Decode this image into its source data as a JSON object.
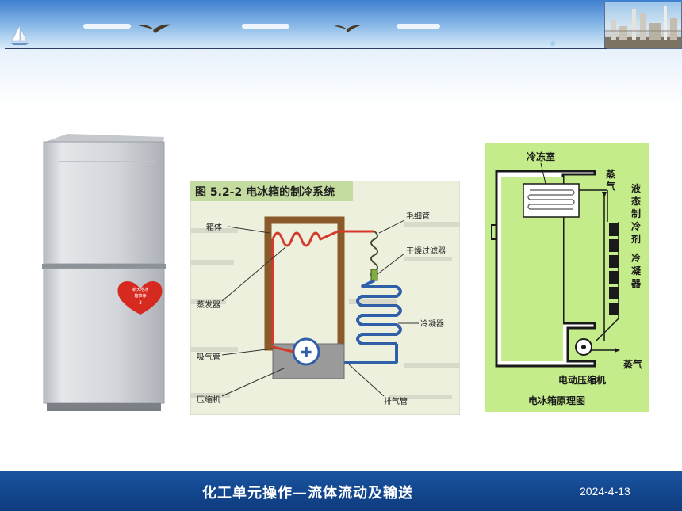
{
  "footer": {
    "title": "化工单元操作—流体流动及输送",
    "date": "2024-4-13"
  },
  "fridge_photo": {
    "heart_label_lines": [
      "新天地冰",
      "箱推荐",
      "3"
    ]
  },
  "figure_middle": {
    "caption": "图 5.2-2 电冰箱的制冷系统",
    "labels": {
      "body": "箱体",
      "evaporator": "蒸发器",
      "suction_pipe": "吸气管",
      "compressor": "压缩机",
      "capillary": "毛细管",
      "dryer_filter": "干燥过滤器",
      "condenser": "冷凝器",
      "exhaust_pipe": "排气管"
    }
  },
  "figure_right": {
    "caption": "电冰箱原理图",
    "labels": {
      "freezer": "冷冻室",
      "vapor_top": "蒸气",
      "liquid_refrigerant": "液态制冷剂",
      "condenser": "冷凝器",
      "vapor_bottom": "蒸气",
      "compressor": "电动压缩机"
    }
  },
  "colors": {
    "header_blue": "#3f7fcf",
    "footer_blue": "#12458c",
    "diagram_green": "#c5ec8a",
    "pipe_red": "#d43a2a",
    "cabinet_brown": "#8a5a2b"
  }
}
